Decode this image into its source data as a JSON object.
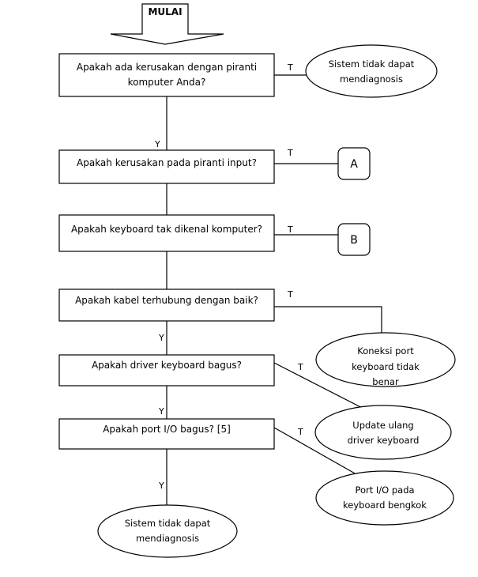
{
  "start": {
    "label": "MULAI"
  },
  "decisions": [
    {
      "lines": [
        "Apakah ada kerusakan dengan piranti",
        "komputer Anda?"
      ]
    },
    {
      "lines": [
        "Apakah kerusakan  pada piranti input?"
      ]
    },
    {
      "lines": [
        "Apakah keyboard  tak dikenal komputer?"
      ]
    },
    {
      "lines": [
        "Apakah kabel  terhubung dengan baik?"
      ]
    },
    {
      "lines": [
        "Apakah  driver keyboard bagus?"
      ]
    },
    {
      "lines": [
        "Apakah port I/O bagus? [5]"
      ]
    }
  ],
  "outcomes": [
    {
      "lines": [
        "Sistem tidak dapat",
        "mendiagnosis"
      ]
    },
    {
      "lines": [
        "Koneksi port",
        "keyboard tidak",
        "benar"
      ]
    },
    {
      "lines": [
        "Update ulang",
        "driver keyboard"
      ]
    },
    {
      "lines": [
        "Port I/O pada",
        "keyboard bengkok"
      ]
    },
    {
      "lines": [
        "Sistem tidak dapat",
        "mendiagnosis"
      ]
    }
  ],
  "connectors": [
    {
      "label": "A"
    },
    {
      "label": "B"
    }
  ],
  "branch_labels": {
    "yes": "Y",
    "no": "T"
  }
}
